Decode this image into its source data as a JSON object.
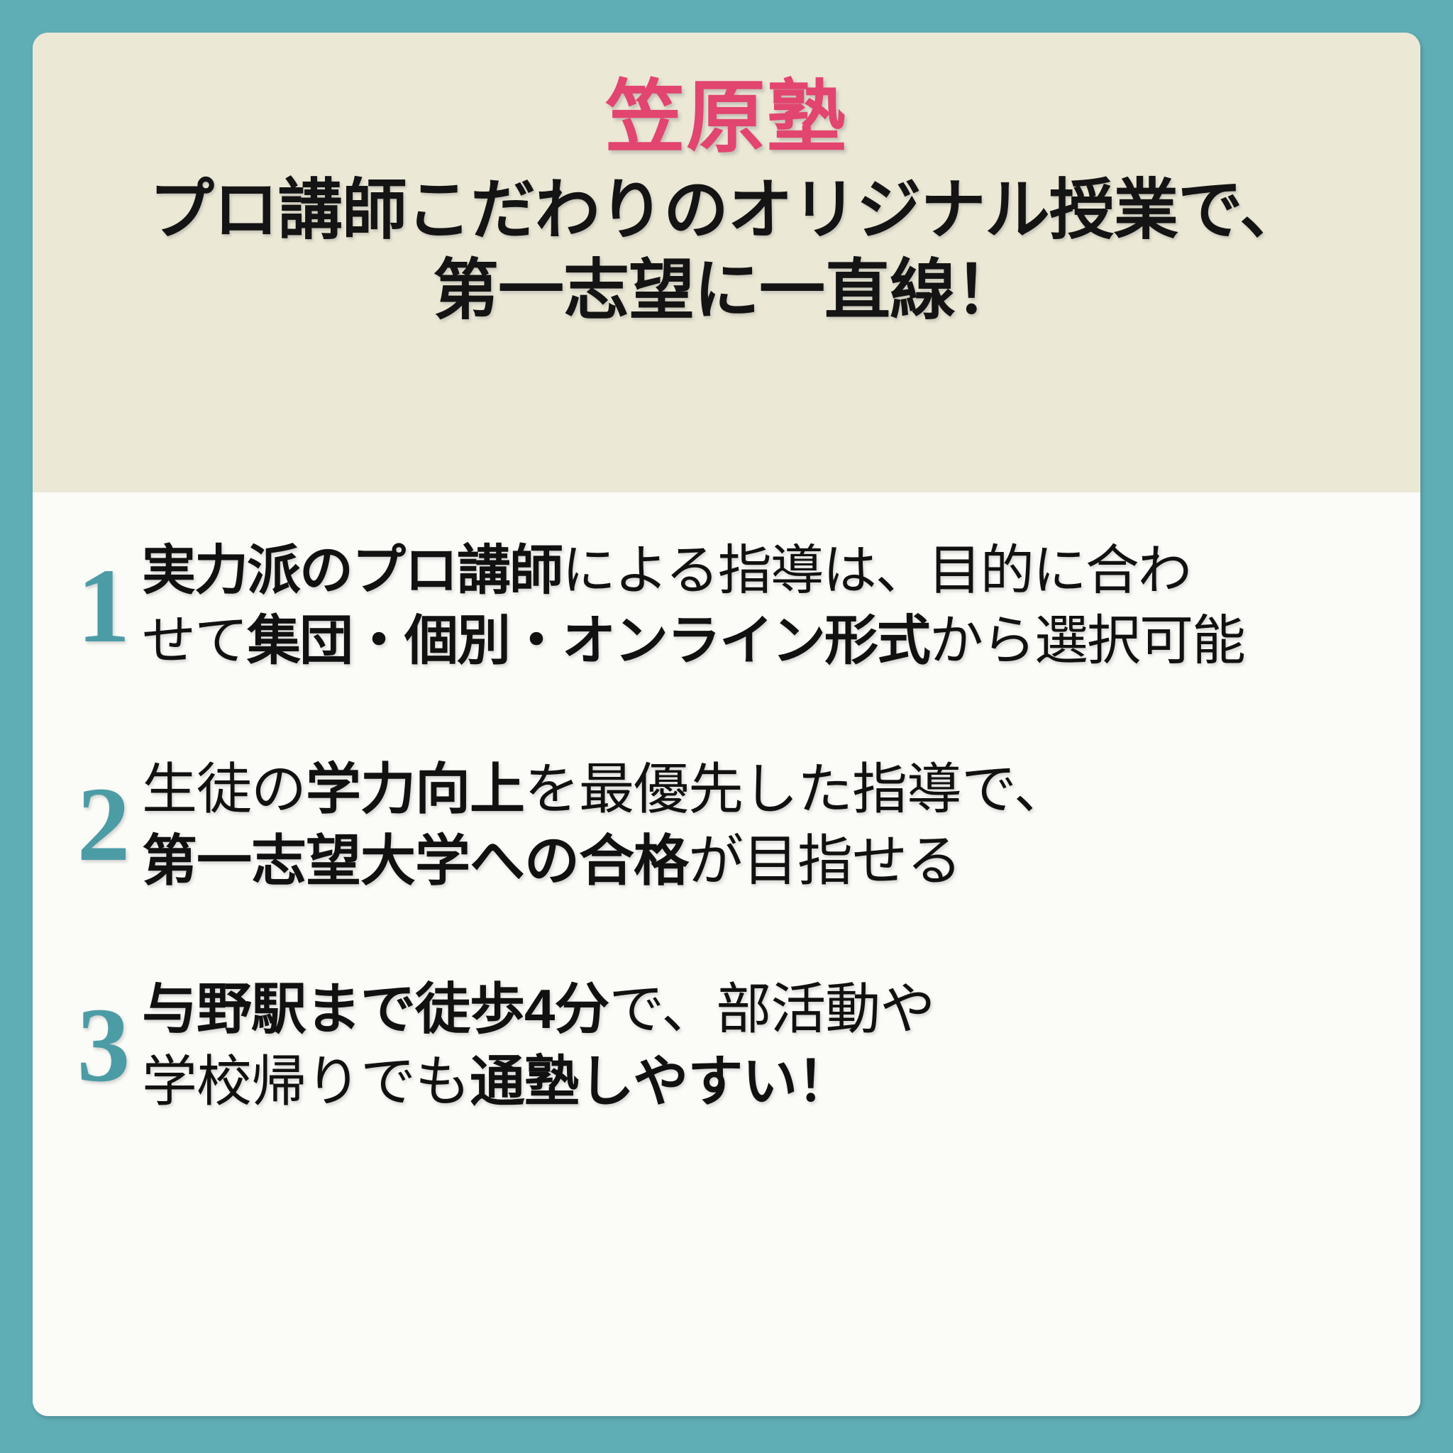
{
  "colors": {
    "frame": "#5FADB5",
    "header_band": "#EBE8D6",
    "body_bg": "#FBFBF8",
    "brand": "#E2456F",
    "number": "#4C9CA6",
    "text": "#111111"
  },
  "header": {
    "brand_title": "笠原塾",
    "subtitle_line1": "プロ講師こだわりのオリジナル授業で、",
    "subtitle_line2": "第一志望に一直線！"
  },
  "points": [
    {
      "number": "1",
      "line1_bold": "実力派のプロ講師",
      "line1_rest": "による指導は、目的に合わ",
      "line2_pre": "せて",
      "line2_bold": "集団・個別・オンライン形式",
      "line2_rest": "から選択可能"
    },
    {
      "number": "2",
      "line1_pre": "生徒の",
      "line1_bold": "学力向上",
      "line1_rest": "を最優先した指導で、",
      "line2_bold": "第一志望大学への合格",
      "line2_rest": "が目指せる"
    },
    {
      "number": "3",
      "line1_bold": "与野駅まで徒歩4分",
      "line1_rest": "で、部活動や",
      "line2_pre": "学校帰りでも",
      "line2_bold": "通塾しやすい！"
    }
  ]
}
